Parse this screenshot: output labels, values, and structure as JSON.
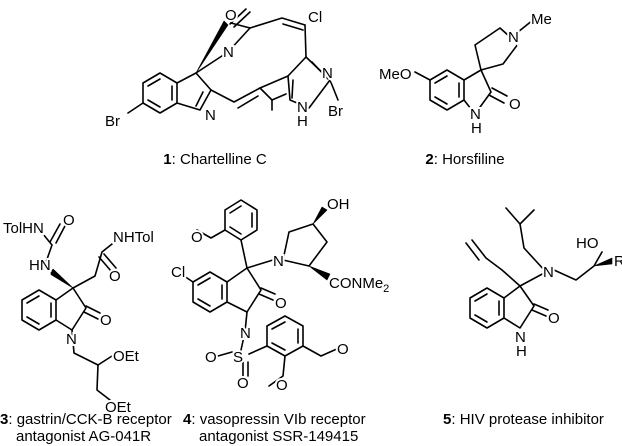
{
  "compounds": [
    {
      "number": "1",
      "name": "Chartelline C",
      "atoms": {
        "o": "O",
        "cl": "Cl",
        "n_lactam": "N",
        "n_imidazole": "N",
        "br_right": "Br",
        "nh": "H",
        "n_indole": "N",
        "br_left": "Br",
        "nh_n": "N"
      }
    },
    {
      "number": "2",
      "name": "Horsfiline",
      "atoms": {
        "n_pyrrolidine": "N",
        "me": "Me",
        "meo": "MeO",
        "o": "O",
        "n": "N",
        "h": "H"
      }
    },
    {
      "number": "3",
      "name_line1": "gastrin/CCK-B receptor",
      "name_line2": "antagonist AG-041R",
      "atoms": {
        "tolhn": "TolHN",
        "o_urea": "O",
        "hn": "HN",
        "nhtol": "NHTol",
        "o_amide": "O",
        "o_ring": "O",
        "n": "N",
        "oet1": "OEt",
        "oet2": "OEt"
      }
    },
    {
      "number": "4",
      "name_line1": "vasopressin VIb receptor",
      "name_line2": "antagonist SSR-149415",
      "atoms": {
        "oh": "OH",
        "o_methoxy": "O",
        "cl": "Cl",
        "n_pyrrolidine": "N",
        "conme2": "CONMe",
        "sub2": "2",
        "o_ring": "O",
        "n": "N",
        "s": "S",
        "o1": "O",
        "o2": "O",
        "o_ar1": "O",
        "o_ar2": "O"
      }
    },
    {
      "number": "5",
      "name": "HIV protease inhibitor",
      "atoms": {
        "ho": "HO",
        "r": "R",
        "n_amine": "N",
        "o": "O",
        "n": "N",
        "h": "H"
      }
    }
  ]
}
